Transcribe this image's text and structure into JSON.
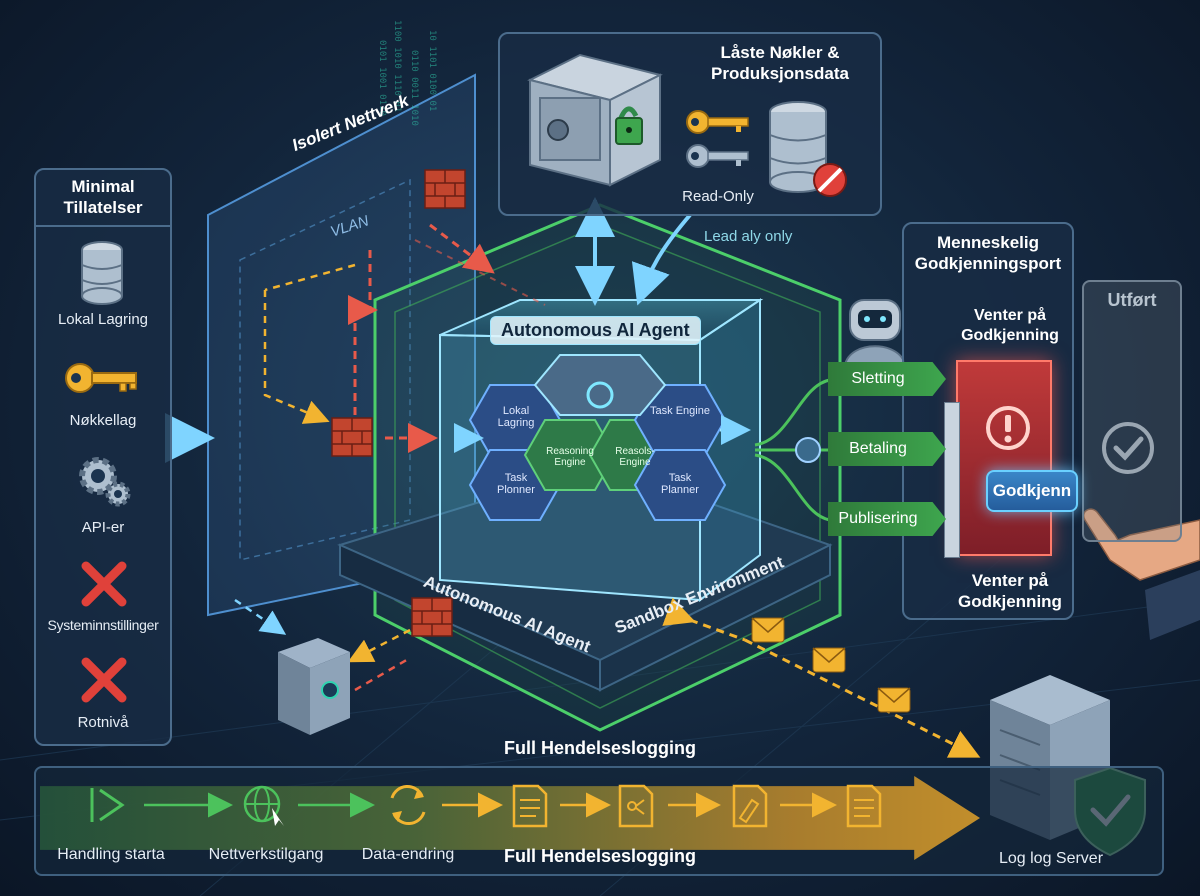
{
  "left_panel": {
    "title": "Minimal Tillatelser",
    "items": [
      {
        "label": "Lokal Lagring",
        "icon": "database-icon"
      },
      {
        "label": "Nøkkellag",
        "icon": "key-icon"
      },
      {
        "label": "API-er",
        "icon": "gears-icon"
      },
      {
        "label": "Systeminnstillinger",
        "icon": "cross-icon"
      },
      {
        "label": "Rotnivå",
        "icon": "cross-icon"
      }
    ]
  },
  "network": {
    "title": "Isolert Nettverk",
    "vlan": "VLAN"
  },
  "vault": {
    "title": "Låste Nøkler & Produksjonsdata",
    "read_only": "Read-Only",
    "lead_only": "Lead aly only"
  },
  "agent": {
    "title": "Autonomous AI Agent",
    "base_label": "Autonomous AI Agent",
    "sandbox_label": "Sandbox Environment",
    "modules": [
      "Lokal Lagring",
      "Task Engine",
      "Reasoning Engine",
      "Reasols-Engine",
      "Task Plonner",
      "Task Planner"
    ]
  },
  "approval": {
    "title": "Menneskelig Godkjenningsport",
    "waiting_top": "Venter på Godkjenning",
    "waiting_bottom": "Venter på Godkjenning",
    "done": "Utført",
    "button": "Godkjenn",
    "actions": [
      "Sletting",
      "Betaling",
      "Publisering"
    ]
  },
  "logging": {
    "title_top": "Full Hendelseslogging",
    "title_bottom": "Full Hendelseslogging",
    "steps": [
      "Handling starta",
      "Nettverkstilgang",
      "Data-endring"
    ],
    "server": "Log log Server"
  },
  "colors": {
    "background": "#12243a",
    "green": "#3ea64e",
    "red": "#e0413a",
    "gold": "#f2b430",
    "blue_glow": "#6ad0ff"
  }
}
